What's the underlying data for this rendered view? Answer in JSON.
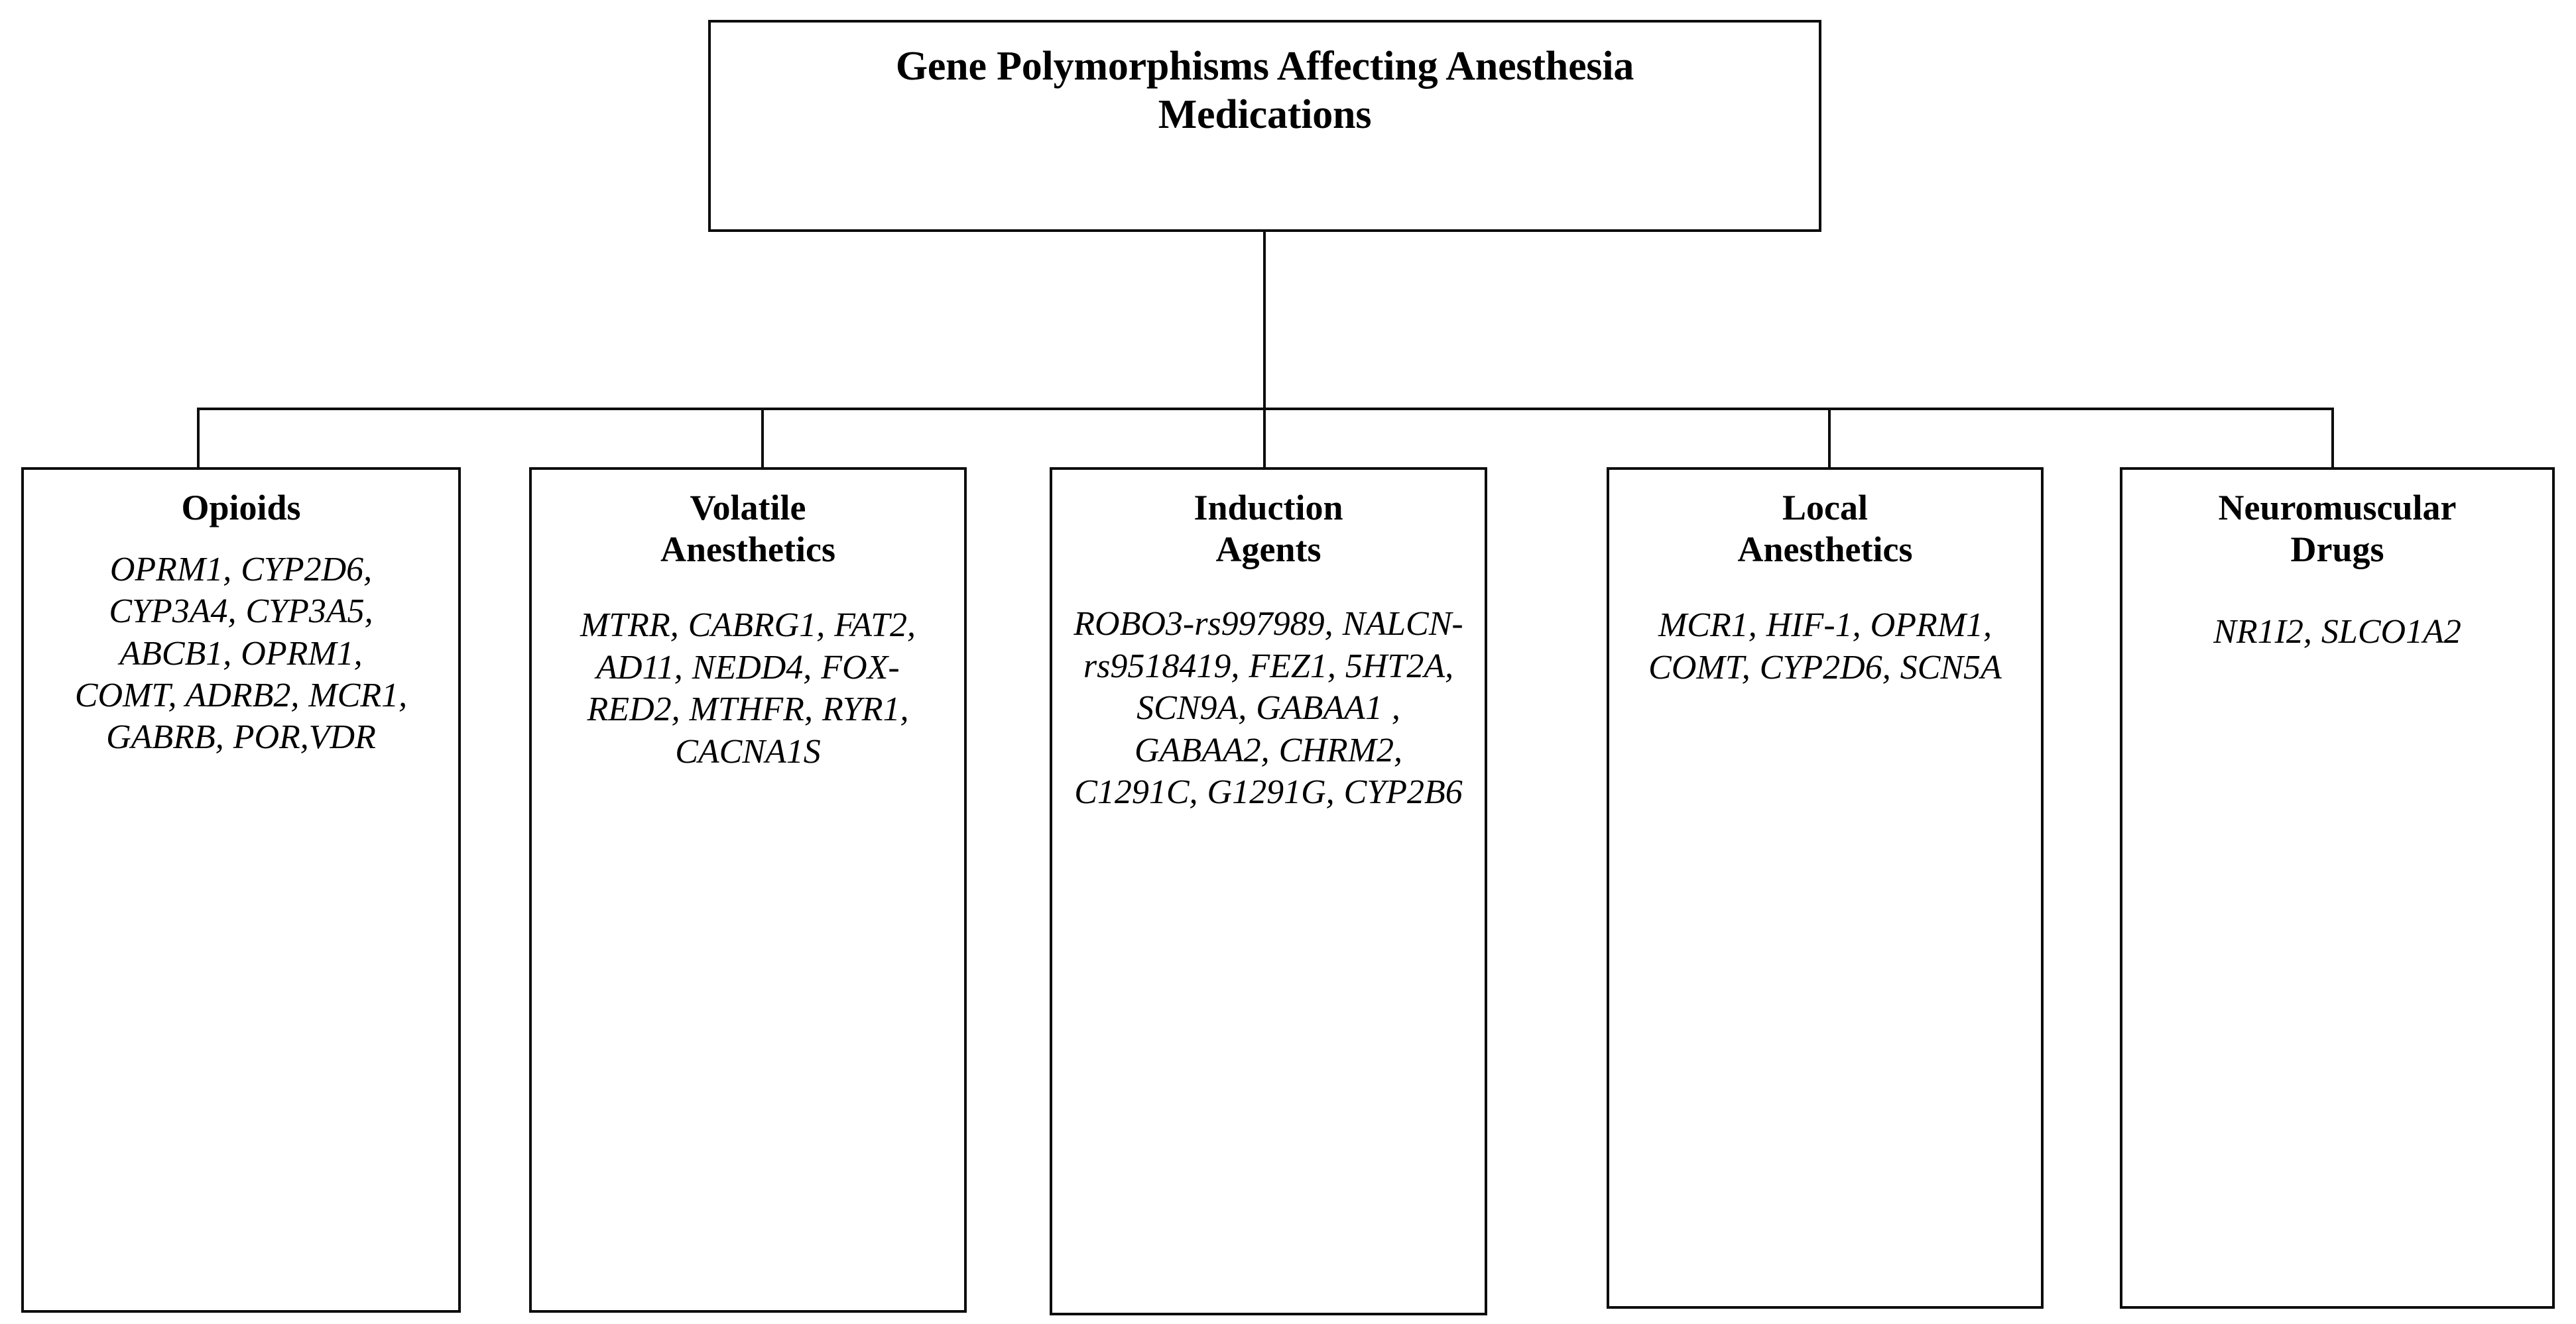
{
  "diagram": {
    "type": "hierarchy-tree",
    "orientation": "top-down",
    "root": {
      "title": "Gene Polymorphisms Affecting Anesthesia\nMedications"
    },
    "children": [
      {
        "id": "opioids",
        "title": "Opioids",
        "genes_text": "OPRM1, CYP2D6, CYP3A4, CYP3A5, ABCB1, OPRM1, COMT, ADRB2, MCR1, GABRB, POR,VDR",
        "genes": [
          "OPRM1",
          "CYP2D6",
          "CYP3A4",
          "CYP3A5",
          "ABCB1",
          "OPRM1",
          "COMT",
          "ADRB2",
          "MCR1",
          "GABRB",
          "POR",
          "VDR"
        ]
      },
      {
        "id": "volatile-anesthetics",
        "title": "Volatile\nAnesthetics",
        "genes_text": "MTRR, CABRG1, FAT2, AD11, NEDD4, FOX-RED2, MTHFR, RYR1, CACNA1S",
        "genes": [
          "MTRR",
          "CABRG1",
          "FAT2",
          "AD11",
          "NEDD4",
          "FOXRED2",
          "MTHFR",
          "RYR1",
          "CACNA1S"
        ]
      },
      {
        "id": "induction-agents",
        "title": "Induction\nAgents",
        "genes_text": "ROBO3-rs997989, NALCN-rs9518419, FEZ1, 5HT2A, SCN9A, GABAA1 , GABAA2, CHRM2, C1291C, G1291G, CYP2B6",
        "genes": [
          "ROBO3-rs997989",
          "NALCN-rs9518419",
          "FEZ1",
          "5HT2A",
          "SCN9A",
          "GABAA1",
          "GABAA2",
          "CHRM2",
          "C1291C",
          "G1291G",
          "CYP2B6"
        ]
      },
      {
        "id": "local-anesthetics",
        "title": "Local\nAnesthetics",
        "genes_text": "MCR1, HIF-1, OPRM1, COMT, CYP2D6, SCN5A",
        "genes": [
          "MCR1",
          "HIF-1",
          "OPRM1",
          "COMT",
          "CYP2D6",
          "SCN5A"
        ]
      },
      {
        "id": "neuromuscular-drugs",
        "title": "Neuromuscular\nDrugs",
        "genes_text": "NR1I2, SLCO1A2",
        "genes": [
          "NR1I2",
          "SLCO1A2"
        ]
      }
    ],
    "colors": {
      "line": "#0d0d0d",
      "box_fill": "#ffffff",
      "text": "#000000"
    }
  }
}
